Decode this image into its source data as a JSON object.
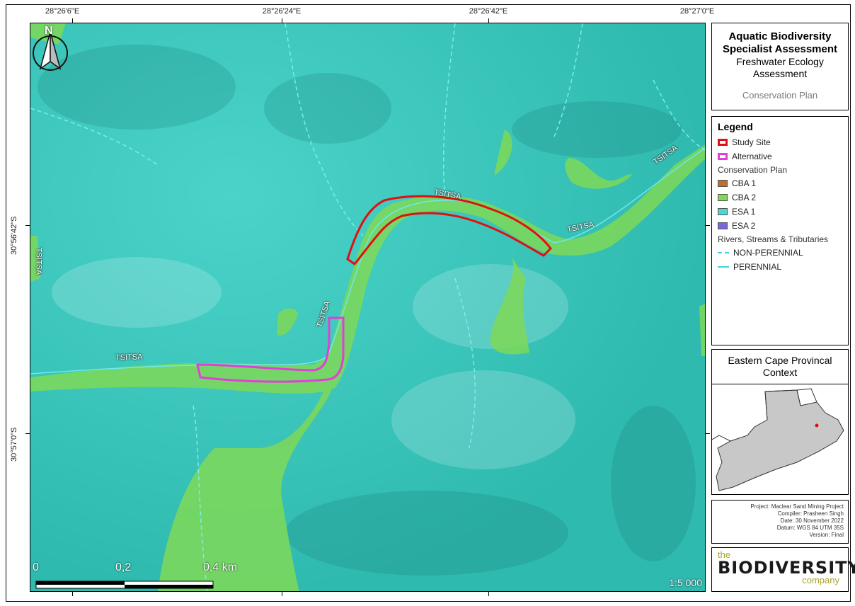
{
  "coords": {
    "top": [
      "28°26'6\"E",
      "28°26'24\"E",
      "28°26'42\"E",
      "28°27'0\"E"
    ],
    "left": [
      "30°56'42\"S",
      "30°57'0\"S"
    ]
  },
  "map": {
    "north_label": "N",
    "river_labels": [
      "TSITSA",
      "TSITSA",
      "TSITSA",
      "TSITSA",
      "TSITSA",
      "TSITSA"
    ],
    "scale": {
      "labels": [
        "0",
        "0,2",
        "0,4 km"
      ],
      "ratio": "1:5 000"
    }
  },
  "title_panel": {
    "line1": "Aquatic Biodiversity",
    "line2": "Specialist Assessment",
    "line3": "Freshwater Ecology",
    "line4": "Assessment",
    "subtitle": "Conservation Plan"
  },
  "legend": {
    "title": "Legend",
    "study_site": "Study Site",
    "alternative": "Alternative",
    "cp_heading": "Conservation Plan",
    "cba1": "CBA 1",
    "cba2": "CBA 2",
    "esa1": "ESA 1",
    "esa2": "ESA 2",
    "rivers_heading": "Rivers, Streams & Tributaries",
    "non_perennial": "NON-PERENNIAL",
    "perennial": "PERENNIAL"
  },
  "colors": {
    "study_site": "#e01010",
    "alternative": "#e23fd6",
    "cba1": "#b87333",
    "cba2": "#7ed957",
    "esa1": "#4fd6d0",
    "esa2": "#7b68d8",
    "river": "#4fe0e8"
  },
  "context": {
    "title_line1": "Eastern Cape Provincal",
    "title_line2": "Context"
  },
  "info": {
    "project": "Project: Maclear Sand Mining Project",
    "compiler": "Compiler: Prasheen Singh",
    "date": "Date: 30 November 2022",
    "datum": "Datum: WGS 84 UTM 35S",
    "version": "Version: Final"
  },
  "logo": {
    "the": "the",
    "main": "BIODIVERSITY",
    "sub": "company"
  }
}
